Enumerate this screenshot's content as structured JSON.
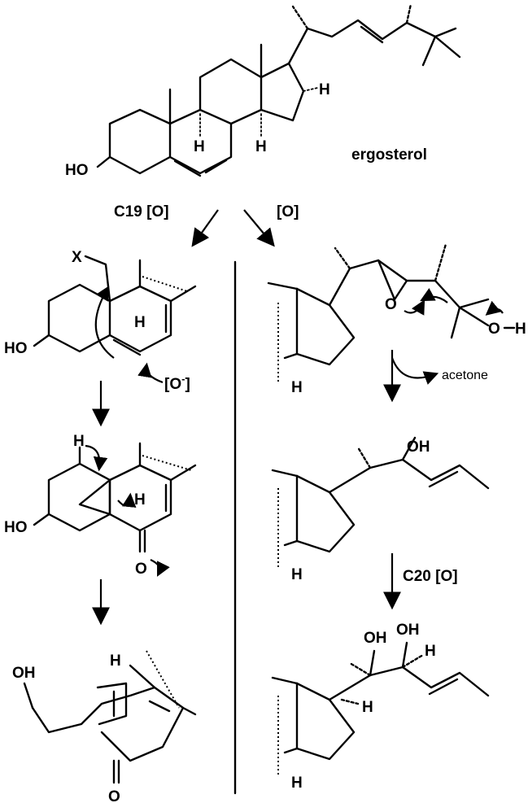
{
  "labels": {
    "ergosterol": "ergosterol",
    "c19_ox": "C19 [O]",
    "ox": "[O]",
    "c20_ox": "C20 [O]",
    "acetone": "acetone",
    "o_minus": "[O",
    "o_minus_sup": "-",
    "o_minus_close": "]",
    "ho": "HO",
    "oh": "OH",
    "h": "H",
    "o": "O",
    "x": "X"
  }
}
